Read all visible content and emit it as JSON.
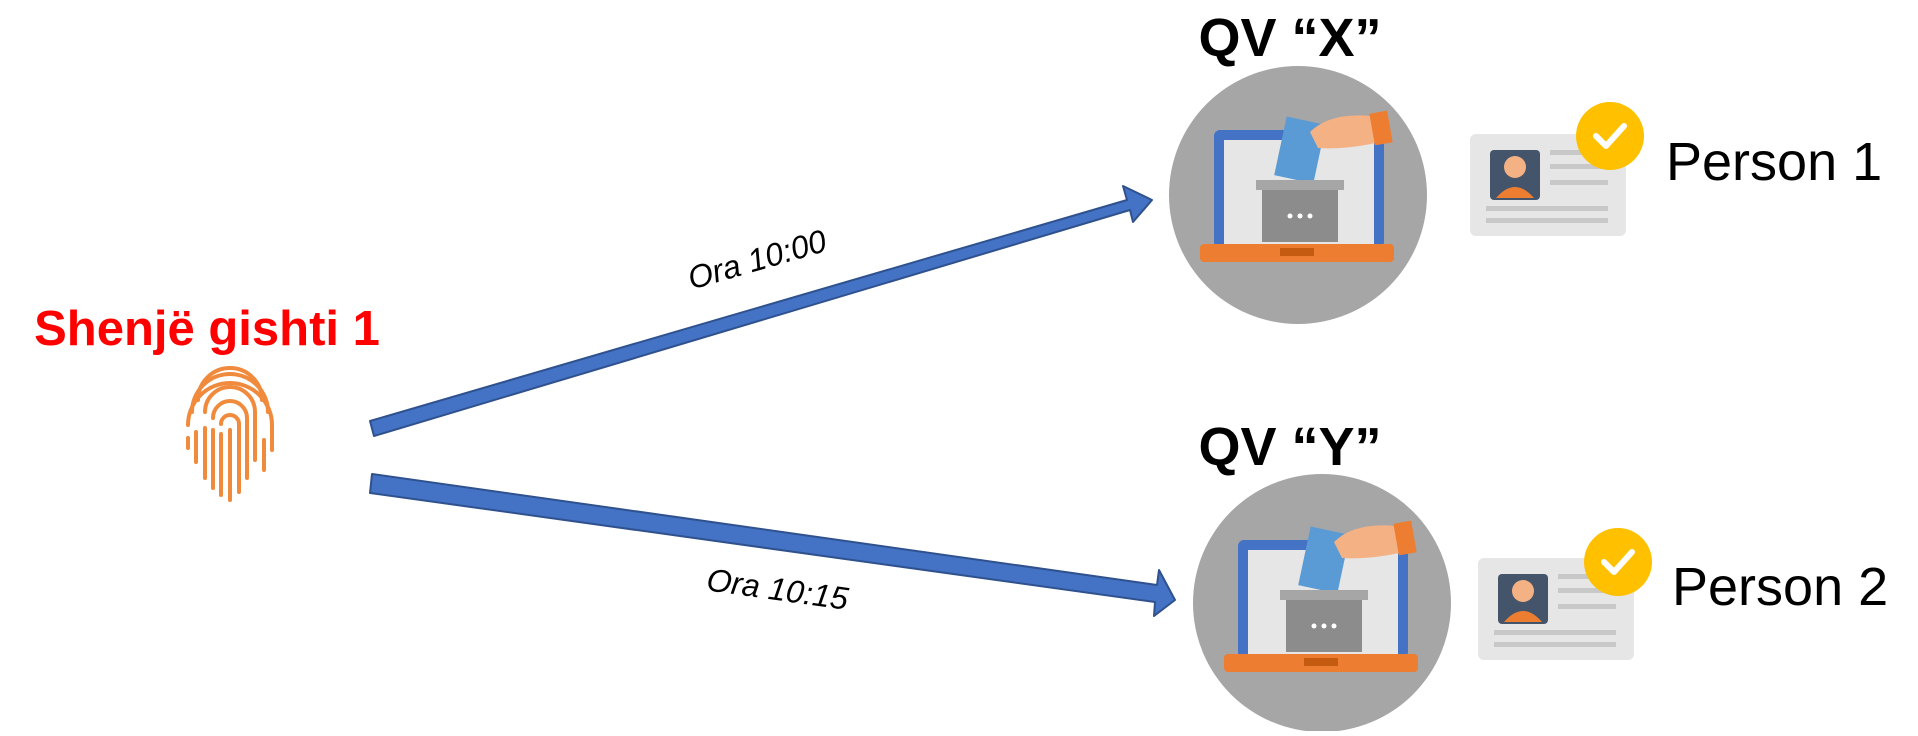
{
  "source": {
    "label": "Shenjë gishti 1",
    "icon": "fingerprint-icon",
    "color": "#ff0000"
  },
  "arrows": [
    {
      "label": "Ora 10:00"
    },
    {
      "label": "Ora 10:15"
    }
  ],
  "stations": [
    {
      "title": "QV “X”",
      "person": "Person 1",
      "icon": "laptop-ballot-box-icon",
      "card_icon": "id-card-check-icon"
    },
    {
      "title": "QV “Y”",
      "person": "Person 2",
      "icon": "laptop-ballot-box-icon",
      "card_icon": "id-card-check-icon"
    }
  ],
  "colors": {
    "arrow": "#4472c4",
    "arrow_stroke": "#2f528f",
    "fingerprint": "#f08a3c",
    "circle": "#a6a6a6",
    "laptop_frame": "#4472c4",
    "laptop_base": "#ed7d31",
    "ballot": "#5b9bd5",
    "box": "#8c8c8c",
    "check": "#ffc000"
  }
}
